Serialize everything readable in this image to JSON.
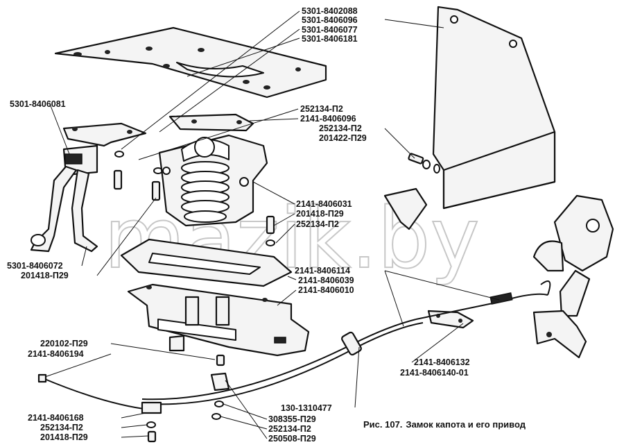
{
  "figure": {
    "caption_prefix": "Рис. 107.",
    "caption_text": "Замок капота и его привод",
    "watermark": "mazik.by"
  },
  "labels": {
    "l1": "5301-8402088",
    "l2": "5301-8406096",
    "l3": "5301-8406077",
    "l4": "5301-8406181",
    "l5": "5301-8406081",
    "l6": "252134-П2",
    "l7": "2141-8406096",
    "l8": "252134-П2",
    "l9": "201422-П29",
    "l10": "2141-8406031",
    "l11": "201418-П29",
    "l12": "252134-П2",
    "l13": "5301-8406072",
    "l14": "201418-П29",
    "l15": "2141-8406114",
    "l16": "2141-8406039",
    "l17": "2141-8406010",
    "l18": "220102-П29",
    "l19": "2141-8406194",
    "l20": "2141-8406132",
    "l21": "2141-8406140-01",
    "l22": "130-1310477",
    "l23": "308355-П29",
    "l24": "252134-П2",
    "l25": "250508-П29",
    "l26": "2141-8406168",
    "l27": "252134-П2",
    "l28": "201418-П29"
  }
}
